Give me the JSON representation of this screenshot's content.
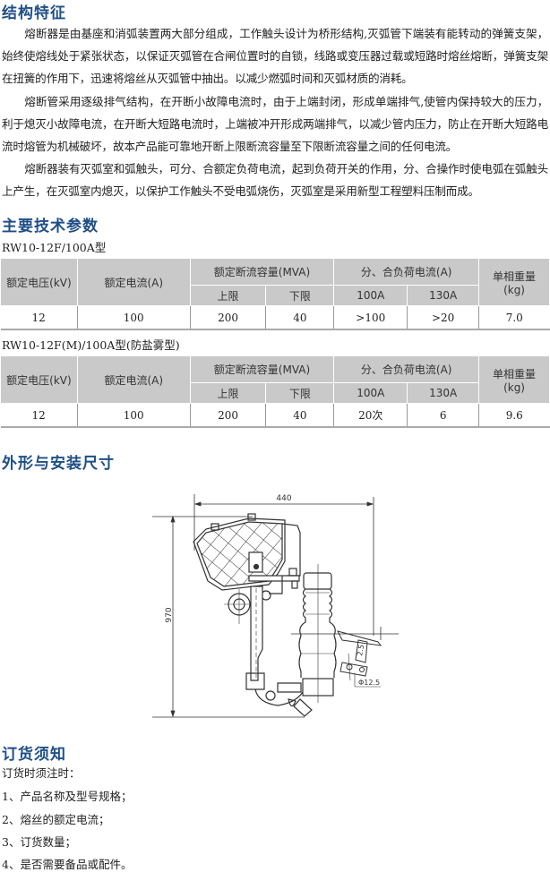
{
  "sections": {
    "structure": {
      "title": "结构特征",
      "paragraphs": [
        "熔断器是由基座和消弧装置两大部分组成，工作触头设计为桥形结构,灭弧管下端装有能转动的弹簧支架，始终使熔线处于紧张状态，以保证灭弧管在合闸位置时的自锁，线路或变压器过载或短路时熔丝熔断，弹簧支架在扭簧的作用下，迅速将熔丝从灭弧管中抽出。以减少燃弧时间和灭弧材质的消耗。",
        "熔断管采用逐级排气结构，在开断小故障电流时，由于上端封闭，形成单端排气,使管内保持较大的压力，利于熄灭小故障电流，在开断大短路电流时，上端被冲开形成两端排气，以减少管内压力，防止在开断大短路电流时熔管为机械破坏，故本产品能可靠地开断上限断流容量至下限断流容量之间的任何电流。",
        "熔断器装有灭弧室和弧触头，可分、合额定负荷电流，起到负荷开关的作用，分、合操作时使电弧在弧触头上产生，在灭弧室内熄灭，以保护工作触头不受电弧烧伤，灭弧室是采用新型工程塑料压制而成。"
      ]
    },
    "params": {
      "title": "主要技术参数",
      "headers": {
        "voltage": "额定电压(kV)",
        "current": "额定电流(A)",
        "capacity": "额定断流容量(MVA)",
        "upper": "上限",
        "lower": "下限",
        "load_current": "分、合负荷电流(A)",
        "a100": "100A",
        "a130": "130A",
        "weight": "单相重量",
        "weight_unit": "(kg)"
      },
      "tables": [
        {
          "model": "RW10-12F/100A型",
          "row": [
            "12",
            "100",
            "200",
            "40",
            ">100",
            ">20",
            "7.0"
          ]
        },
        {
          "model": "RW10-12F(M)/100A型(防盐雾型)",
          "row": [
            "12",
            "100",
            "200",
            "40",
            "20次",
            "6",
            "9.6"
          ]
        }
      ]
    },
    "dimensions": {
      "title": "外形与安装尺寸",
      "width_label": "440",
      "height_label": "970",
      "gap_label": "2.5",
      "hole_label": "Φ12.5"
    },
    "ordering": {
      "title": "订货须知",
      "intro": "订货时须注时：",
      "items": [
        "1、产品名称及型号规格；",
        "2、熔丝的额定电流；",
        "3、订货数量；",
        "4、是否需要备品或配件。"
      ]
    }
  },
  "colors": {
    "heading": "#1f4f86",
    "table_header": "#c9c9c9"
  }
}
